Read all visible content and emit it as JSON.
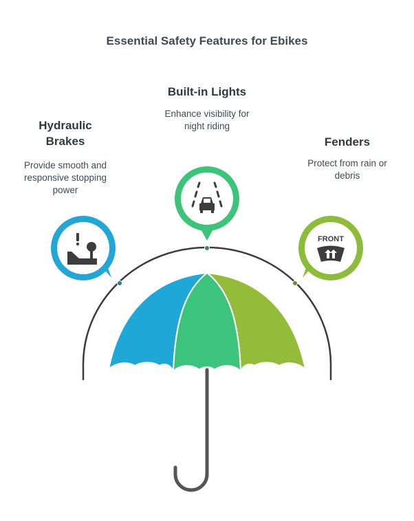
{
  "title": "Essential Safety Features for Ebikes",
  "features": [
    {
      "heading": "Hydraulic Brakes",
      "heading_lines": [
        "Hydraulic",
        "Brakes"
      ],
      "description_lines": [
        "Provide smooth and",
        "responsive stopping",
        "power"
      ],
      "icon": "brake-warning-icon",
      "color": "#22a6d6"
    },
    {
      "heading": "Built-in Lights",
      "heading_lines": [
        "Built-in Lights"
      ],
      "description_lines": [
        "Enhance visibility for",
        "night riding"
      ],
      "icon": "road-car-icon",
      "color": "#3ec47a"
    },
    {
      "heading": "Fenders",
      "heading_lines": [
        "Fenders"
      ],
      "description_lines": [
        "Protect from rain or",
        "debris"
      ],
      "icon": "front-windshield-icon",
      "icon_text": "FRONT",
      "color": "#8dbb3a"
    }
  ],
  "colors": {
    "arc": "#3b3b3b",
    "handle": "#555555",
    "canopy_left": "#1fa8d7",
    "canopy_middle": "#3dc47c",
    "canopy_right": "#94bc3a",
    "dot_left": "#1d7fa0",
    "dot_middle": "#2f8f5b",
    "dot_right": "#6a8f2a"
  }
}
